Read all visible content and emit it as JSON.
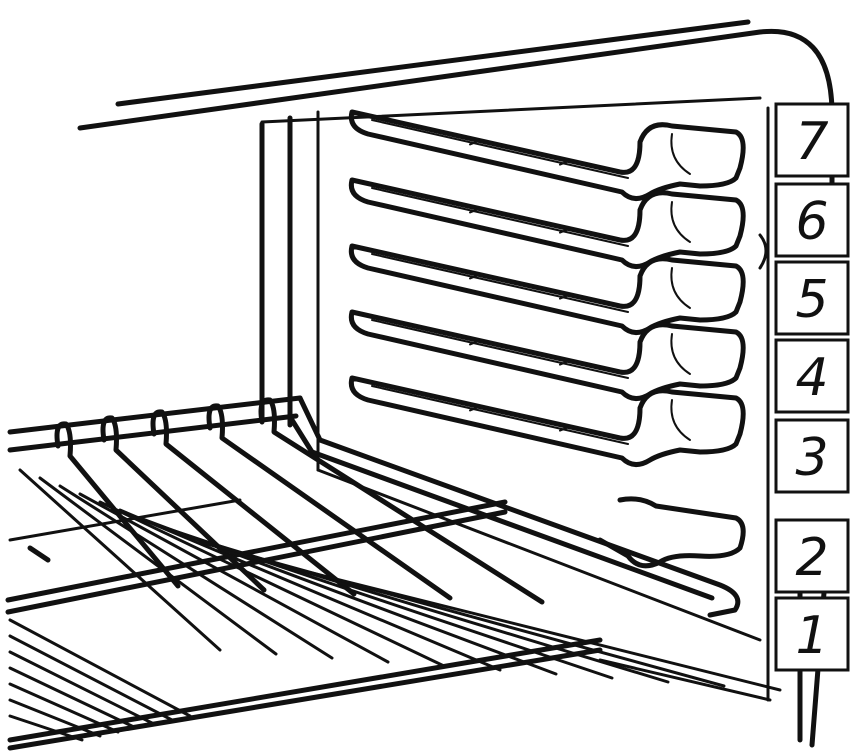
{
  "diagram": {
    "shelf_levels": [
      {
        "level": "7"
      },
      {
        "level": "6"
      },
      {
        "level": "5"
      },
      {
        "level": "4"
      },
      {
        "level": "3"
      },
      {
        "level": "2"
      },
      {
        "level": "1"
      }
    ],
    "colors": {
      "ink": "#111111",
      "background": "#ffffff"
    }
  }
}
